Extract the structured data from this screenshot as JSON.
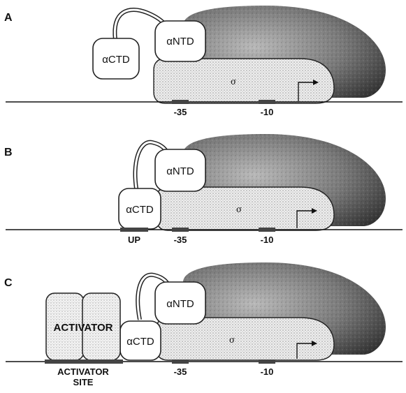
{
  "panels": [
    {
      "letter": "A",
      "actnd_label": "αNTD",
      "actd_label": "αCTD",
      "sigma_label": "σ",
      "site_minus35": "-35",
      "site_minus10": "-10"
    },
    {
      "letter": "B",
      "actnd_label": "αNTD",
      "actd_label": "αCTD",
      "sigma_label": "σ",
      "site_minus35": "-35",
      "site_minus10": "-10",
      "up_label": "UP"
    },
    {
      "letter": "C",
      "actnd_label": "αNTD",
      "actd_label": "αCTD",
      "sigma_label": "σ",
      "site_minus35": "-35",
      "site_minus10": "-10",
      "activator_label": "ACTIVATOR",
      "activator_site_line1": "ACTIVATOR",
      "activator_site_line2": "SITE"
    }
  ]
}
